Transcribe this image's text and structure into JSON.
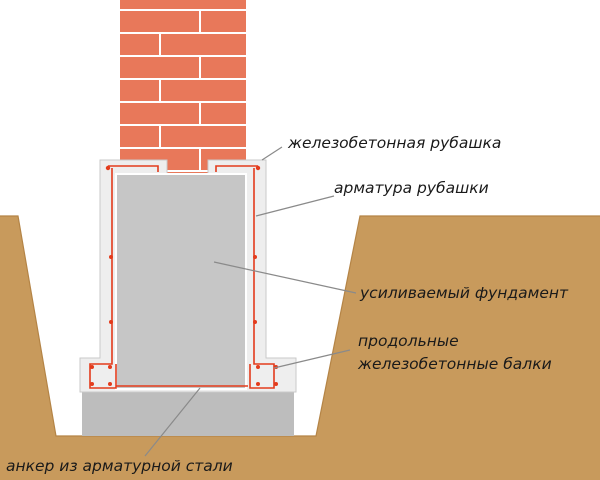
{
  "labels": {
    "jacket": "железобетонная рубашка",
    "jacket_rebar": "арматура рубашки",
    "foundation": "усиливаемый фундамент",
    "beams_line1": "продольные",
    "beams_line2": "железобетонные балки",
    "anchor": "анкер из арматурной стали"
  },
  "colors": {
    "soil": "#c89a5c",
    "soil_edge": "#b48446",
    "brick": "#e8785a",
    "mortar": "#ffffff",
    "jacket_concrete": "#eeeeee",
    "foundation_concrete": "#c6c6c6",
    "base_slab": "#bdbdbd",
    "rebar": "#e33b1c",
    "leader": "#8a8a8a"
  }
}
